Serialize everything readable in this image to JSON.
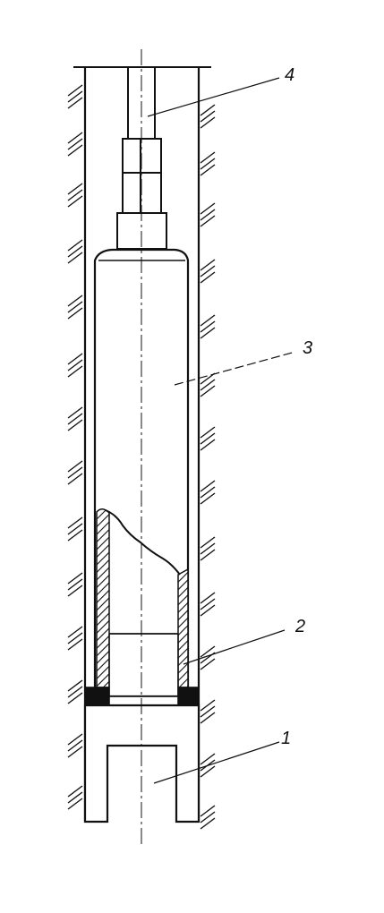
{
  "colors": {
    "ink": "#111111",
    "paper": "#ffffff",
    "wall_fill": "#555555",
    "seal_fill": "#111111"
  },
  "callouts": [
    {
      "id": "1",
      "label": "1"
    },
    {
      "id": "2",
      "label": "2"
    },
    {
      "id": "3",
      "label": "3"
    },
    {
      "id": "4",
      "label": "4"
    }
  ]
}
